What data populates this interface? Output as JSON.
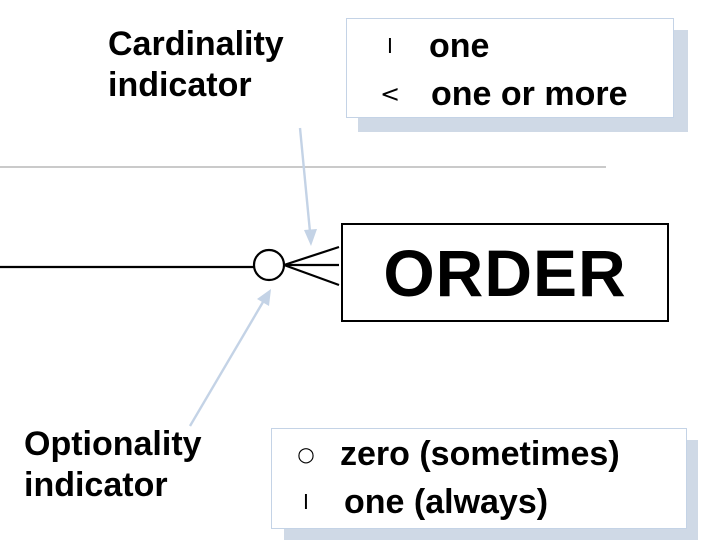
{
  "cardinality": {
    "heading": "Cardinality\nindicator",
    "legend": [
      {
        "symbol_icon": "bar-icon",
        "label": "one"
      },
      {
        "symbol_icon": "crows-foot-icon",
        "label": "one or more"
      }
    ]
  },
  "optionality": {
    "heading": "Optionality\nindicator",
    "legend": [
      {
        "symbol_icon": "circle-icon",
        "label": "zero (sometimes)"
      },
      {
        "symbol_icon": "bar-icon",
        "label": "one (always)"
      }
    ]
  },
  "entity": {
    "name": "ORDER"
  },
  "colors": {
    "text": "#000000",
    "pointer_arrow": "#c4d3e6",
    "legend_shadow": "#cfd9e6",
    "separator": "#aaaaaa"
  }
}
